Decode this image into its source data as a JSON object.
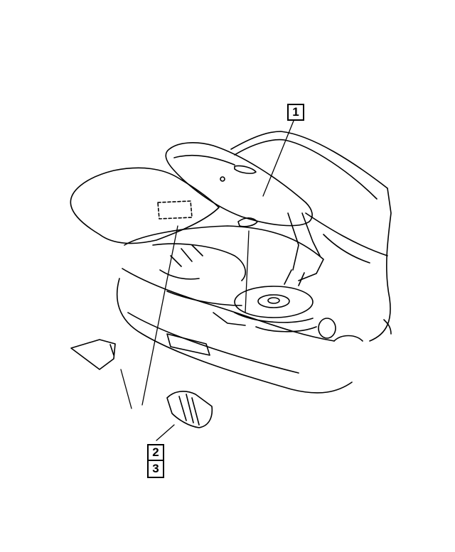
{
  "diagram": {
    "callouts": [
      {
        "id": "1",
        "label": "1",
        "part": "trunk-lid"
      },
      {
        "id": "2",
        "label": "2",
        "part": "trunk-floor-cover"
      },
      {
        "id": "3",
        "label": "3",
        "part": "cargo-bumper-block"
      }
    ],
    "colors": {
      "line": "#000000",
      "background": "#ffffff"
    }
  }
}
